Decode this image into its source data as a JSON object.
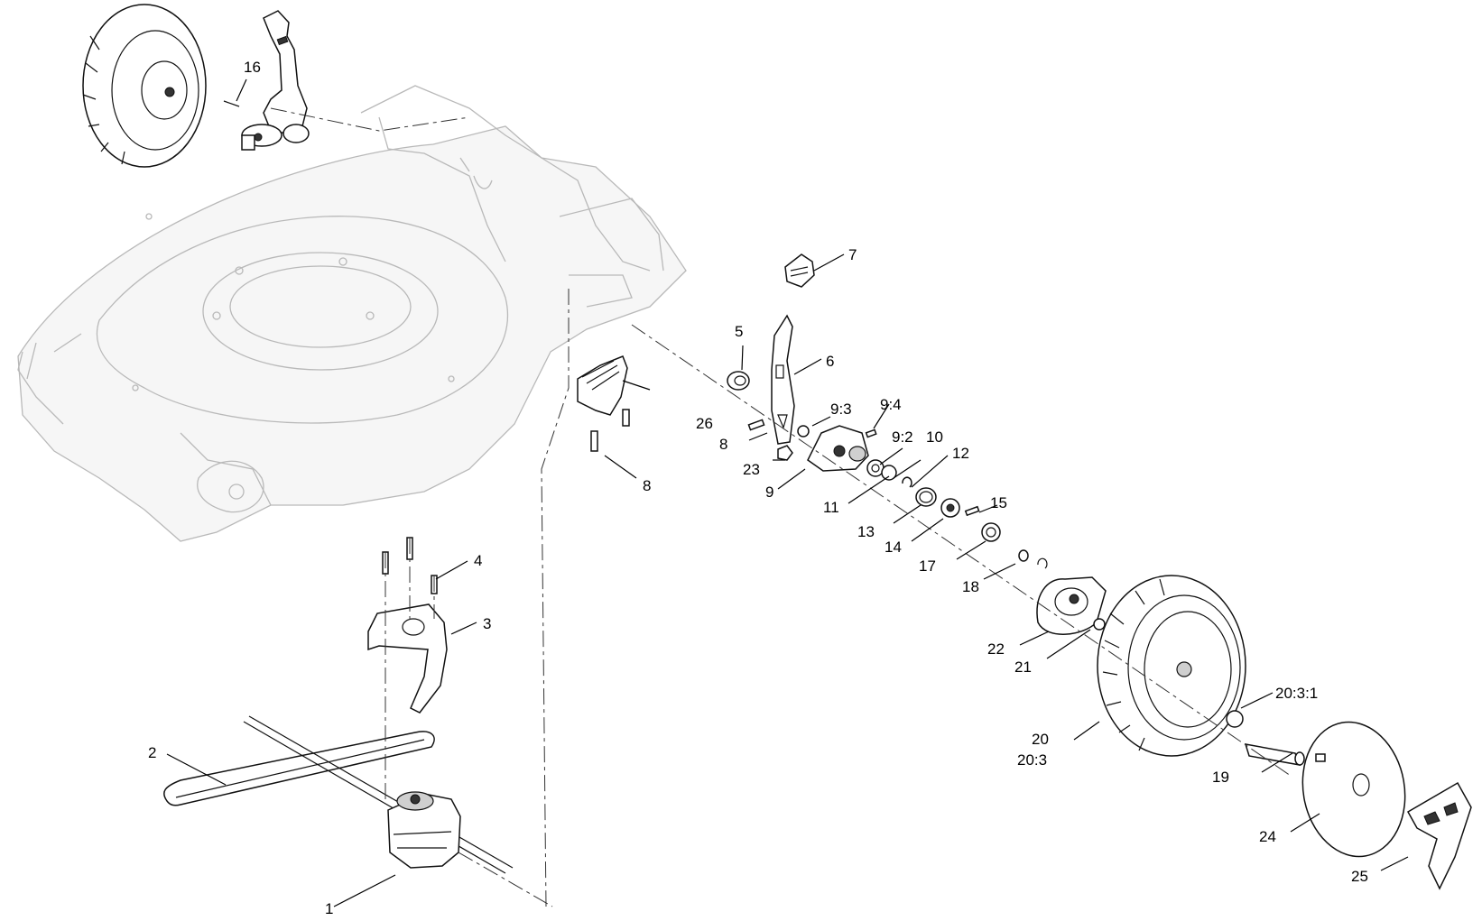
{
  "callouts": {
    "c1": "1",
    "c2": "2",
    "c3": "3",
    "c4": "4",
    "c5": "5",
    "c6": "6",
    "c7": "7",
    "c8a": "8",
    "c8b": "8",
    "c9": "9",
    "c9_2": "9:2",
    "c9_3": "9:3",
    "c9_4": "9:4",
    "c10": "10",
    "c11": "11",
    "c12": "12",
    "c13": "13",
    "c14": "14",
    "c15": "15",
    "c16": "16",
    "c17": "17",
    "c18": "18",
    "c19": "19",
    "c20": "20",
    "c20_3": "20:3",
    "c20_3_1": "20:3:1",
    "c21": "21",
    "c22": "22",
    "c23": "23",
    "c24": "24",
    "c25": "25",
    "c26": "26"
  }
}
